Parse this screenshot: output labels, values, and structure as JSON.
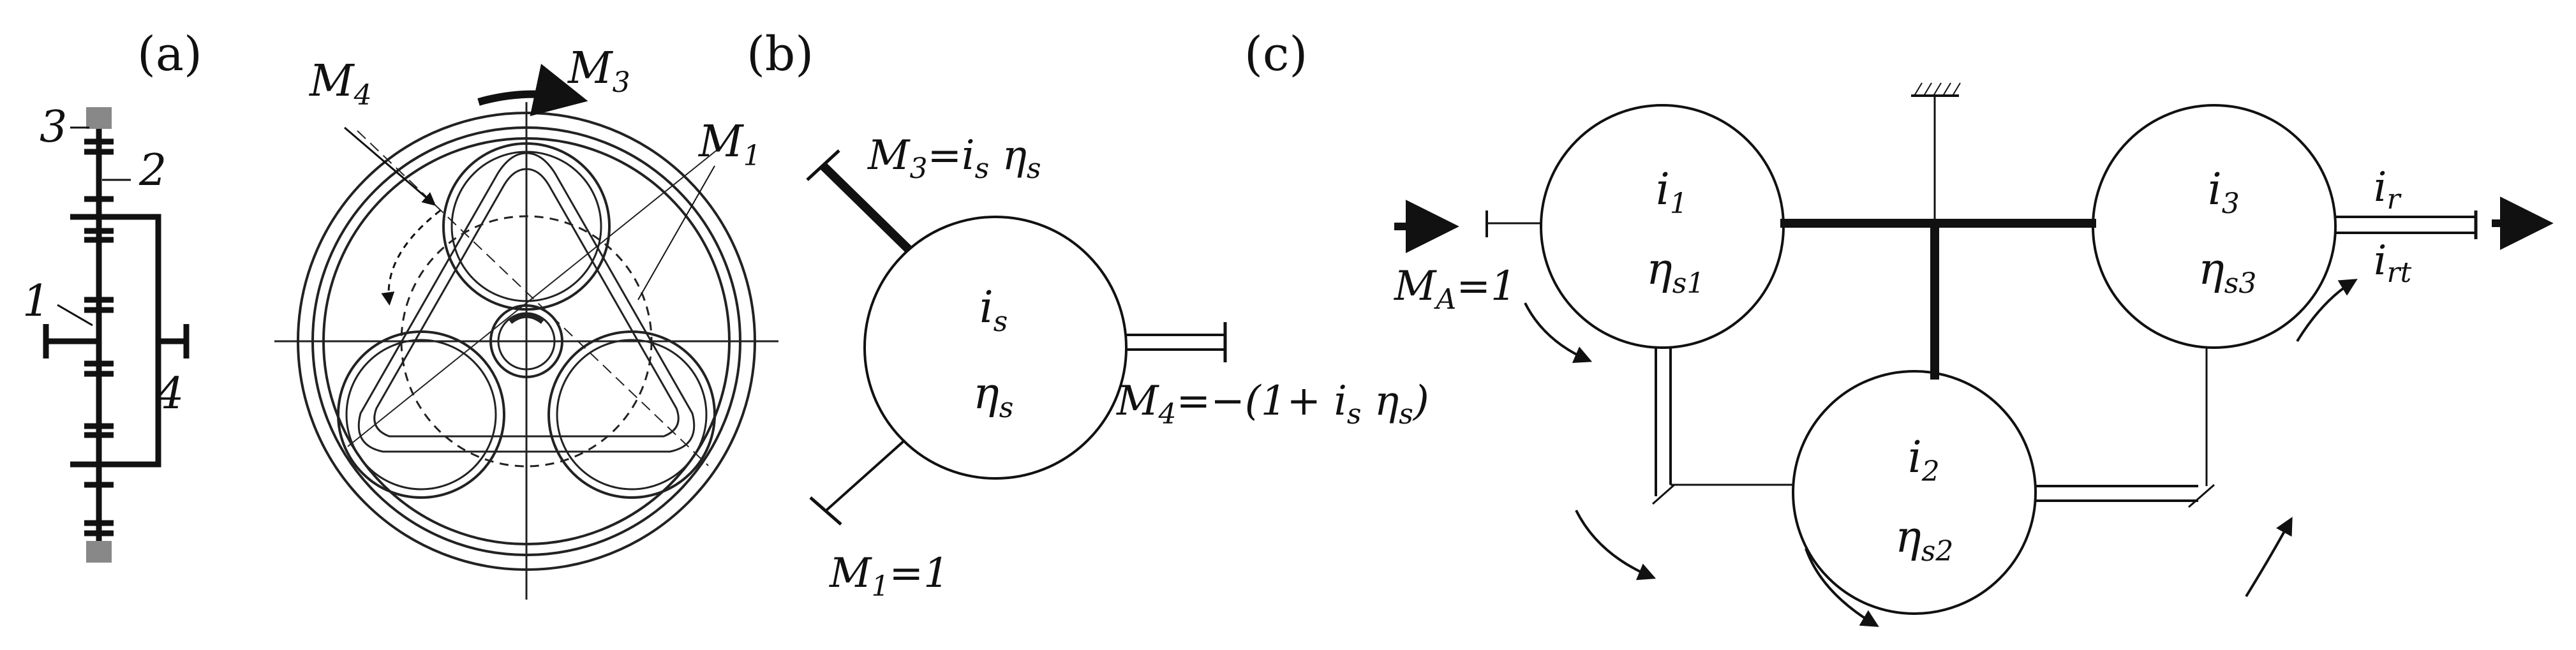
{
  "panels": {
    "a": "(a)",
    "b": "(b)",
    "c": "(c)"
  },
  "panel_a": {
    "gear_labels": {
      "one": "1",
      "two": "2",
      "three": "3",
      "four": "4"
    },
    "moments": {
      "m1": {
        "base": "M",
        "sub": "1"
      },
      "m3": {
        "base": "M",
        "sub": "3"
      },
      "m4": {
        "base": "M",
        "sub": "4"
      }
    }
  },
  "panel_b": {
    "center": {
      "i": "i",
      "i_sub": "s",
      "eta": "η",
      "eta_sub": "s"
    },
    "m3_eq": {
      "base": "M",
      "sub": "3",
      "rhs": "=i",
      "rhs_sub1": "s",
      "eta": " η",
      "rhs_sub2": "s"
    },
    "m4_eq": {
      "base": "M",
      "sub": "4",
      "rhs": "=−(1+ i",
      "rhs_sub1": "s",
      "eta": " η",
      "rhs_sub2": "s",
      "tail": ")"
    },
    "m1_eq": {
      "base": "M",
      "sub": "1",
      "rhs": "=1"
    }
  },
  "panel_c": {
    "node1": {
      "i": "i",
      "i_sub": "1",
      "eta": "η",
      "eta_sub": "s1"
    },
    "node2": {
      "i": "i",
      "i_sub": "2",
      "eta": "η",
      "eta_sub": "s2"
    },
    "node3": {
      "i": "i",
      "i_sub": "3",
      "eta": "η",
      "eta_sub": "s3"
    },
    "input": {
      "base": "M",
      "sub": "A",
      "rhs": "=1"
    },
    "output": {
      "ir": "i",
      "ir_sub": "r",
      "irt": "i",
      "irt_sub": "rt"
    }
  }
}
